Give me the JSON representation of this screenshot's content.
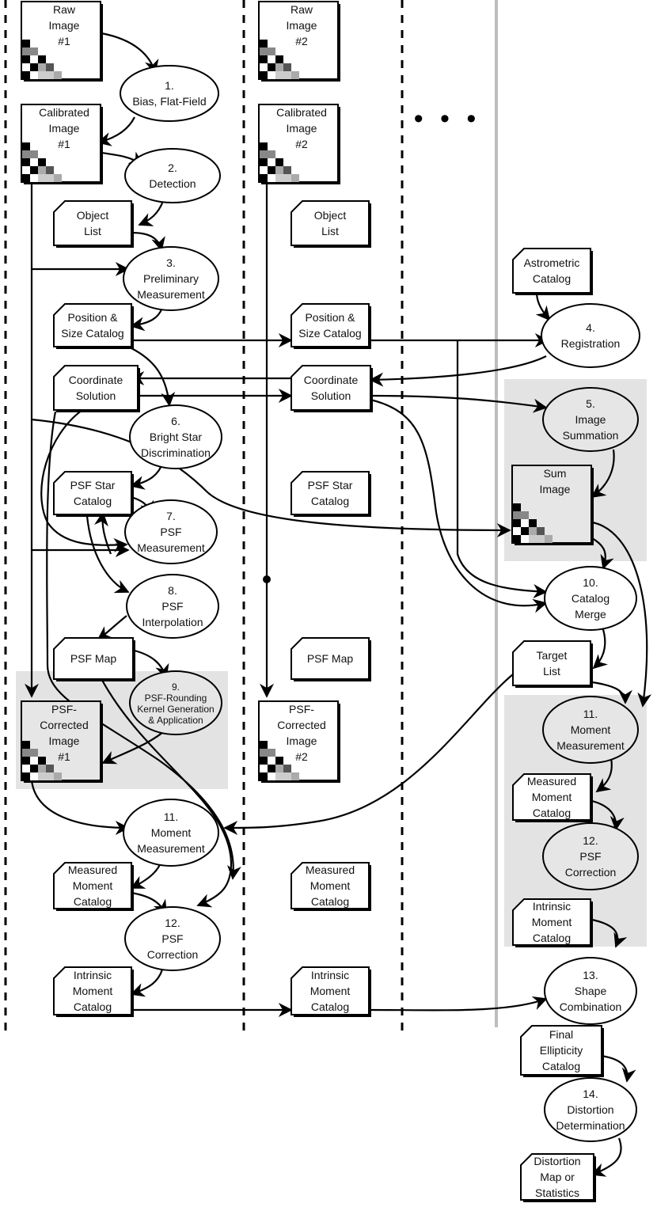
{
  "ellipsis": "• • •",
  "images": {
    "raw1": [
      "Raw",
      "Image",
      "#1"
    ],
    "raw2": [
      "Raw",
      "Image",
      "#2"
    ],
    "cal1": [
      "Calibrated",
      "Image",
      "#1"
    ],
    "cal2": [
      "Calibrated",
      "Image",
      "#2"
    ],
    "sum": [
      "Sum",
      "Image"
    ],
    "psfc1": [
      "PSF-",
      "Corrected",
      "Image",
      "#1"
    ],
    "psfc2": [
      "PSF-",
      "Corrected",
      "Image",
      "#2"
    ]
  },
  "steps": {
    "s1": [
      "1.",
      "Bias, Flat-Field"
    ],
    "s2": [
      "2.",
      "Detection"
    ],
    "s3": [
      "3.",
      "Preliminary",
      "Measurement"
    ],
    "s4": [
      "4.",
      "Registration"
    ],
    "s5": [
      "5.",
      "Image",
      "Summation"
    ],
    "s6": [
      "6.",
      "Bright Star",
      "Discrimination"
    ],
    "s7": [
      "7.",
      "PSF",
      "Measurement"
    ],
    "s8": [
      "8.",
      "PSF",
      "Interpolation"
    ],
    "s9": [
      "9.",
      "PSF-Rounding",
      "Kernel Generation",
      "& Application"
    ],
    "s10": [
      "10.",
      "Catalog",
      "Merge"
    ],
    "s11a": [
      "11.",
      "Moment",
      "Measurement"
    ],
    "s11b": [
      "11.",
      "Moment",
      "Measurement"
    ],
    "s12a": [
      "12.",
      "PSF",
      "Correction"
    ],
    "s12b": [
      "12.",
      "PSF",
      "Correction"
    ],
    "s13": [
      "13.",
      "Shape",
      "Combination"
    ],
    "s14": [
      "14.",
      "Distortion",
      "Determination"
    ]
  },
  "catalogs": {
    "obj1": [
      "Object",
      "List"
    ],
    "obj2": [
      "Object",
      "List"
    ],
    "astro": [
      "Astrometric",
      "Catalog"
    ],
    "pos1": [
      "Position &",
      "Size Catalog"
    ],
    "pos2": [
      "Position &",
      "Size Catalog"
    ],
    "coord1": [
      "Coordinate",
      "Solution"
    ],
    "coord2": [
      "Coordinate",
      "Solution"
    ],
    "psfstar1": [
      "PSF Star",
      "Catalog"
    ],
    "psfstar2": [
      "PSF Star",
      "Catalog"
    ],
    "psfmap1": [
      "PSF Map"
    ],
    "psfmap2": [
      "PSF Map"
    ],
    "target": [
      "Target",
      "List"
    ],
    "mmc1": [
      "Measured",
      "Moment",
      "Catalog"
    ],
    "mmc2": [
      "Measured",
      "Moment",
      "Catalog"
    ],
    "mmc3": [
      "Measured",
      "Moment",
      "Catalog"
    ],
    "imc1": [
      "Intrinsic",
      "Moment",
      "Catalog"
    ],
    "imc2": [
      "Intrinsic",
      "Moment",
      "Catalog"
    ],
    "imc3": [
      "Intrinsic",
      "Moment",
      "Catalog"
    ],
    "final": [
      "Final",
      "Ellipticity",
      "Catalog"
    ],
    "dist": [
      "Distortion",
      "Map or",
      "Statistics"
    ]
  }
}
